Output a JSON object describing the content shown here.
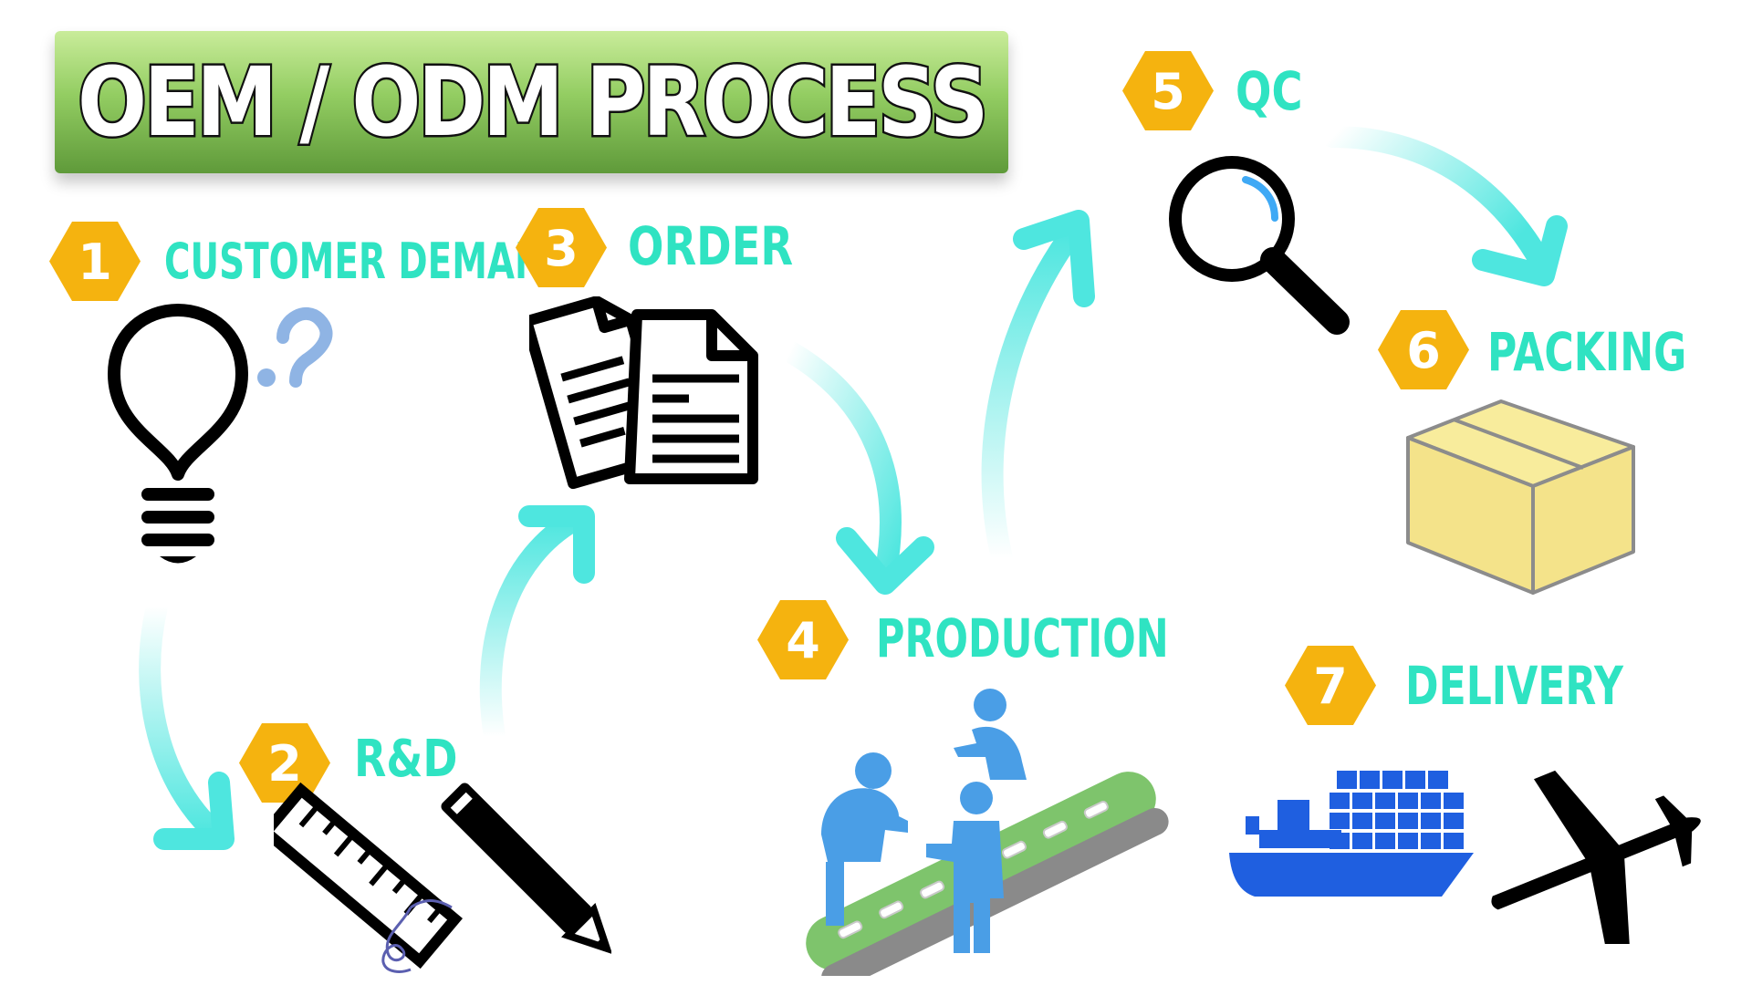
{
  "title": "OEM / ODM PROCESS",
  "colors": {
    "title_gradient_top": "#c9ec9a",
    "title_gradient_bottom": "#5f9a3a",
    "hexagon": "#f5b30f",
    "label": "#2fe3c2",
    "arrow": "#4ee6df",
    "worker": "#4a9ee6",
    "conveyor": "#7ec46c",
    "ship": "#1f5fe0",
    "box": "#f4e38a"
  },
  "steps": [
    {
      "number": "1",
      "label": "CUSTOMER DEMAND",
      "icon": "lightbulb-question-icon"
    },
    {
      "number": "2",
      "label": "R&D",
      "icon": "ruler-pencil-icon"
    },
    {
      "number": "3",
      "label": "ORDER",
      "icon": "documents-icon"
    },
    {
      "number": "4",
      "label": "PRODUCTION",
      "icon": "assembly-line-icon"
    },
    {
      "number": "5",
      "label": "QC",
      "icon": "magnifier-icon"
    },
    {
      "number": "6",
      "label": "PACKING",
      "icon": "box-icon"
    },
    {
      "number": "7",
      "label": "DELIVERY",
      "icon": "ship-plane-icon"
    }
  ]
}
